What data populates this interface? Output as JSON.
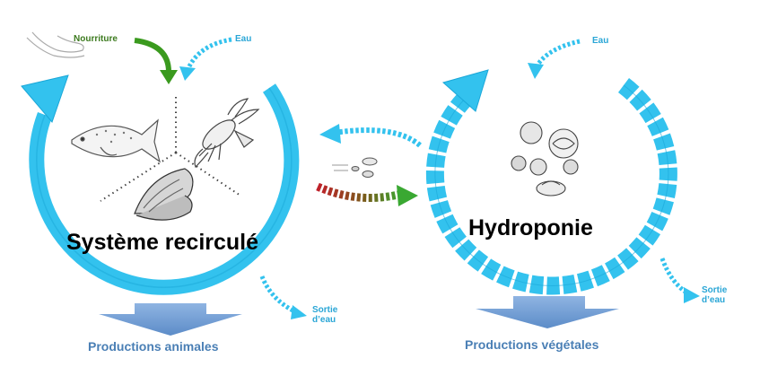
{
  "labels": {
    "food": "Nourriture",
    "water_left": "Eau",
    "water_right": "Eau",
    "outlet_left_1": "Sortie",
    "outlet_left_2": "d’eau",
    "outlet_right_1": "Sortie",
    "outlet_right_2": "d’eau",
    "system_left": "Système recirculé",
    "system_right": "Hydroponie",
    "production_left": "Productions animales",
    "production_right": "Productions végétales"
  },
  "colors": {
    "cycle": "#33c2ee",
    "cycle_dark": "#1aa7d8",
    "food_arrow": "#3a9a1e",
    "nutrient_arrow_start": "#c0202a",
    "nutrient_arrow_end": "#3aa832",
    "production_arrow": "#6f9bd3",
    "production_text": "#4a7fb5"
  },
  "icons": [
    "hand-icon",
    "fish-icon",
    "crayfish-icon",
    "mussel-icon",
    "bacteria-icon",
    "vegetables-icon"
  ]
}
